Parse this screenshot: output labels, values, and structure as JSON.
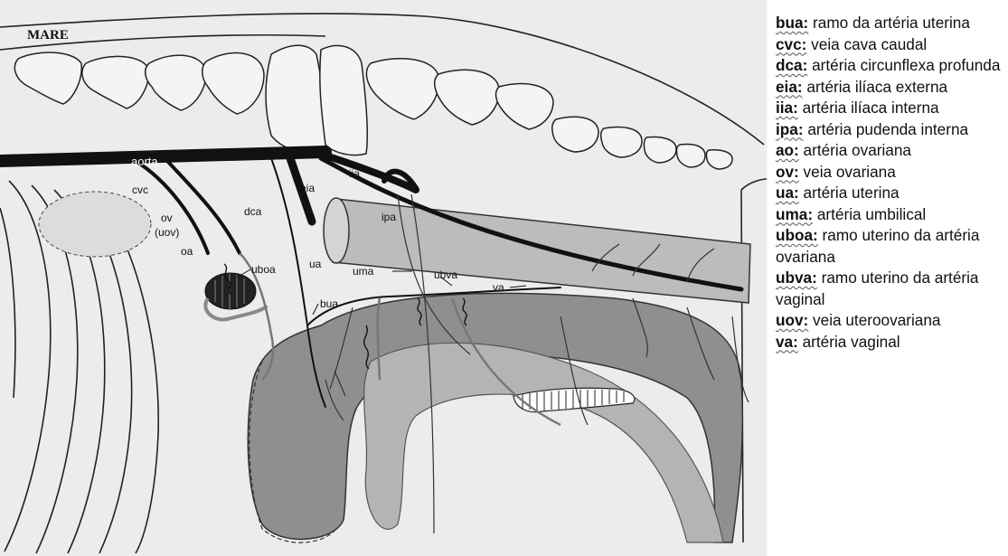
{
  "figure": {
    "title": "MARE",
    "labels": {
      "aorta": "aorta",
      "cvc": "cvc",
      "ov": "ov",
      "uov": "(uov)",
      "oa": "oa",
      "uboa": "uboa",
      "dca": "dca",
      "eia": "eia",
      "iia": "iia",
      "ipa": "ipa",
      "ua": "ua",
      "uma": "uma",
      "ubva": "ubva",
      "va": "va",
      "bua": "bua"
    }
  },
  "legend": [
    {
      "abbr": "bua:",
      "text": " ramo da artéria uterina"
    },
    {
      "abbr": "cvc:",
      "text": " veia cava caudal"
    },
    {
      "abbr": "dca:",
      "text": " artéria circunflexa profunda"
    },
    {
      "abbr": "eia:",
      "text": " artéria ilíaca externa"
    },
    {
      "abbr": "iia:",
      "text": " artéria ilíaca interna"
    },
    {
      "abbr": "ipa:",
      "text": " artéria pudenda interna"
    },
    {
      "abbr": "ao:",
      "text": " artéria ovariana"
    },
    {
      "abbr": "ov:",
      "text": " veia ovariana"
    },
    {
      "abbr": "ua:",
      "text": " artéria uterina"
    },
    {
      "abbr": "uma:",
      "text": " artéria umbilical"
    },
    {
      "abbr": "uboa:",
      "text": " ramo uterino da artéria ovariana"
    },
    {
      "abbr": "ubva:",
      "text": " ramo uterino da artéria vaginal"
    },
    {
      "abbr": "uov:",
      "text": " veia uteroovariana"
    },
    {
      "abbr": "va:",
      "text": " artéria vaginal"
    }
  ]
}
